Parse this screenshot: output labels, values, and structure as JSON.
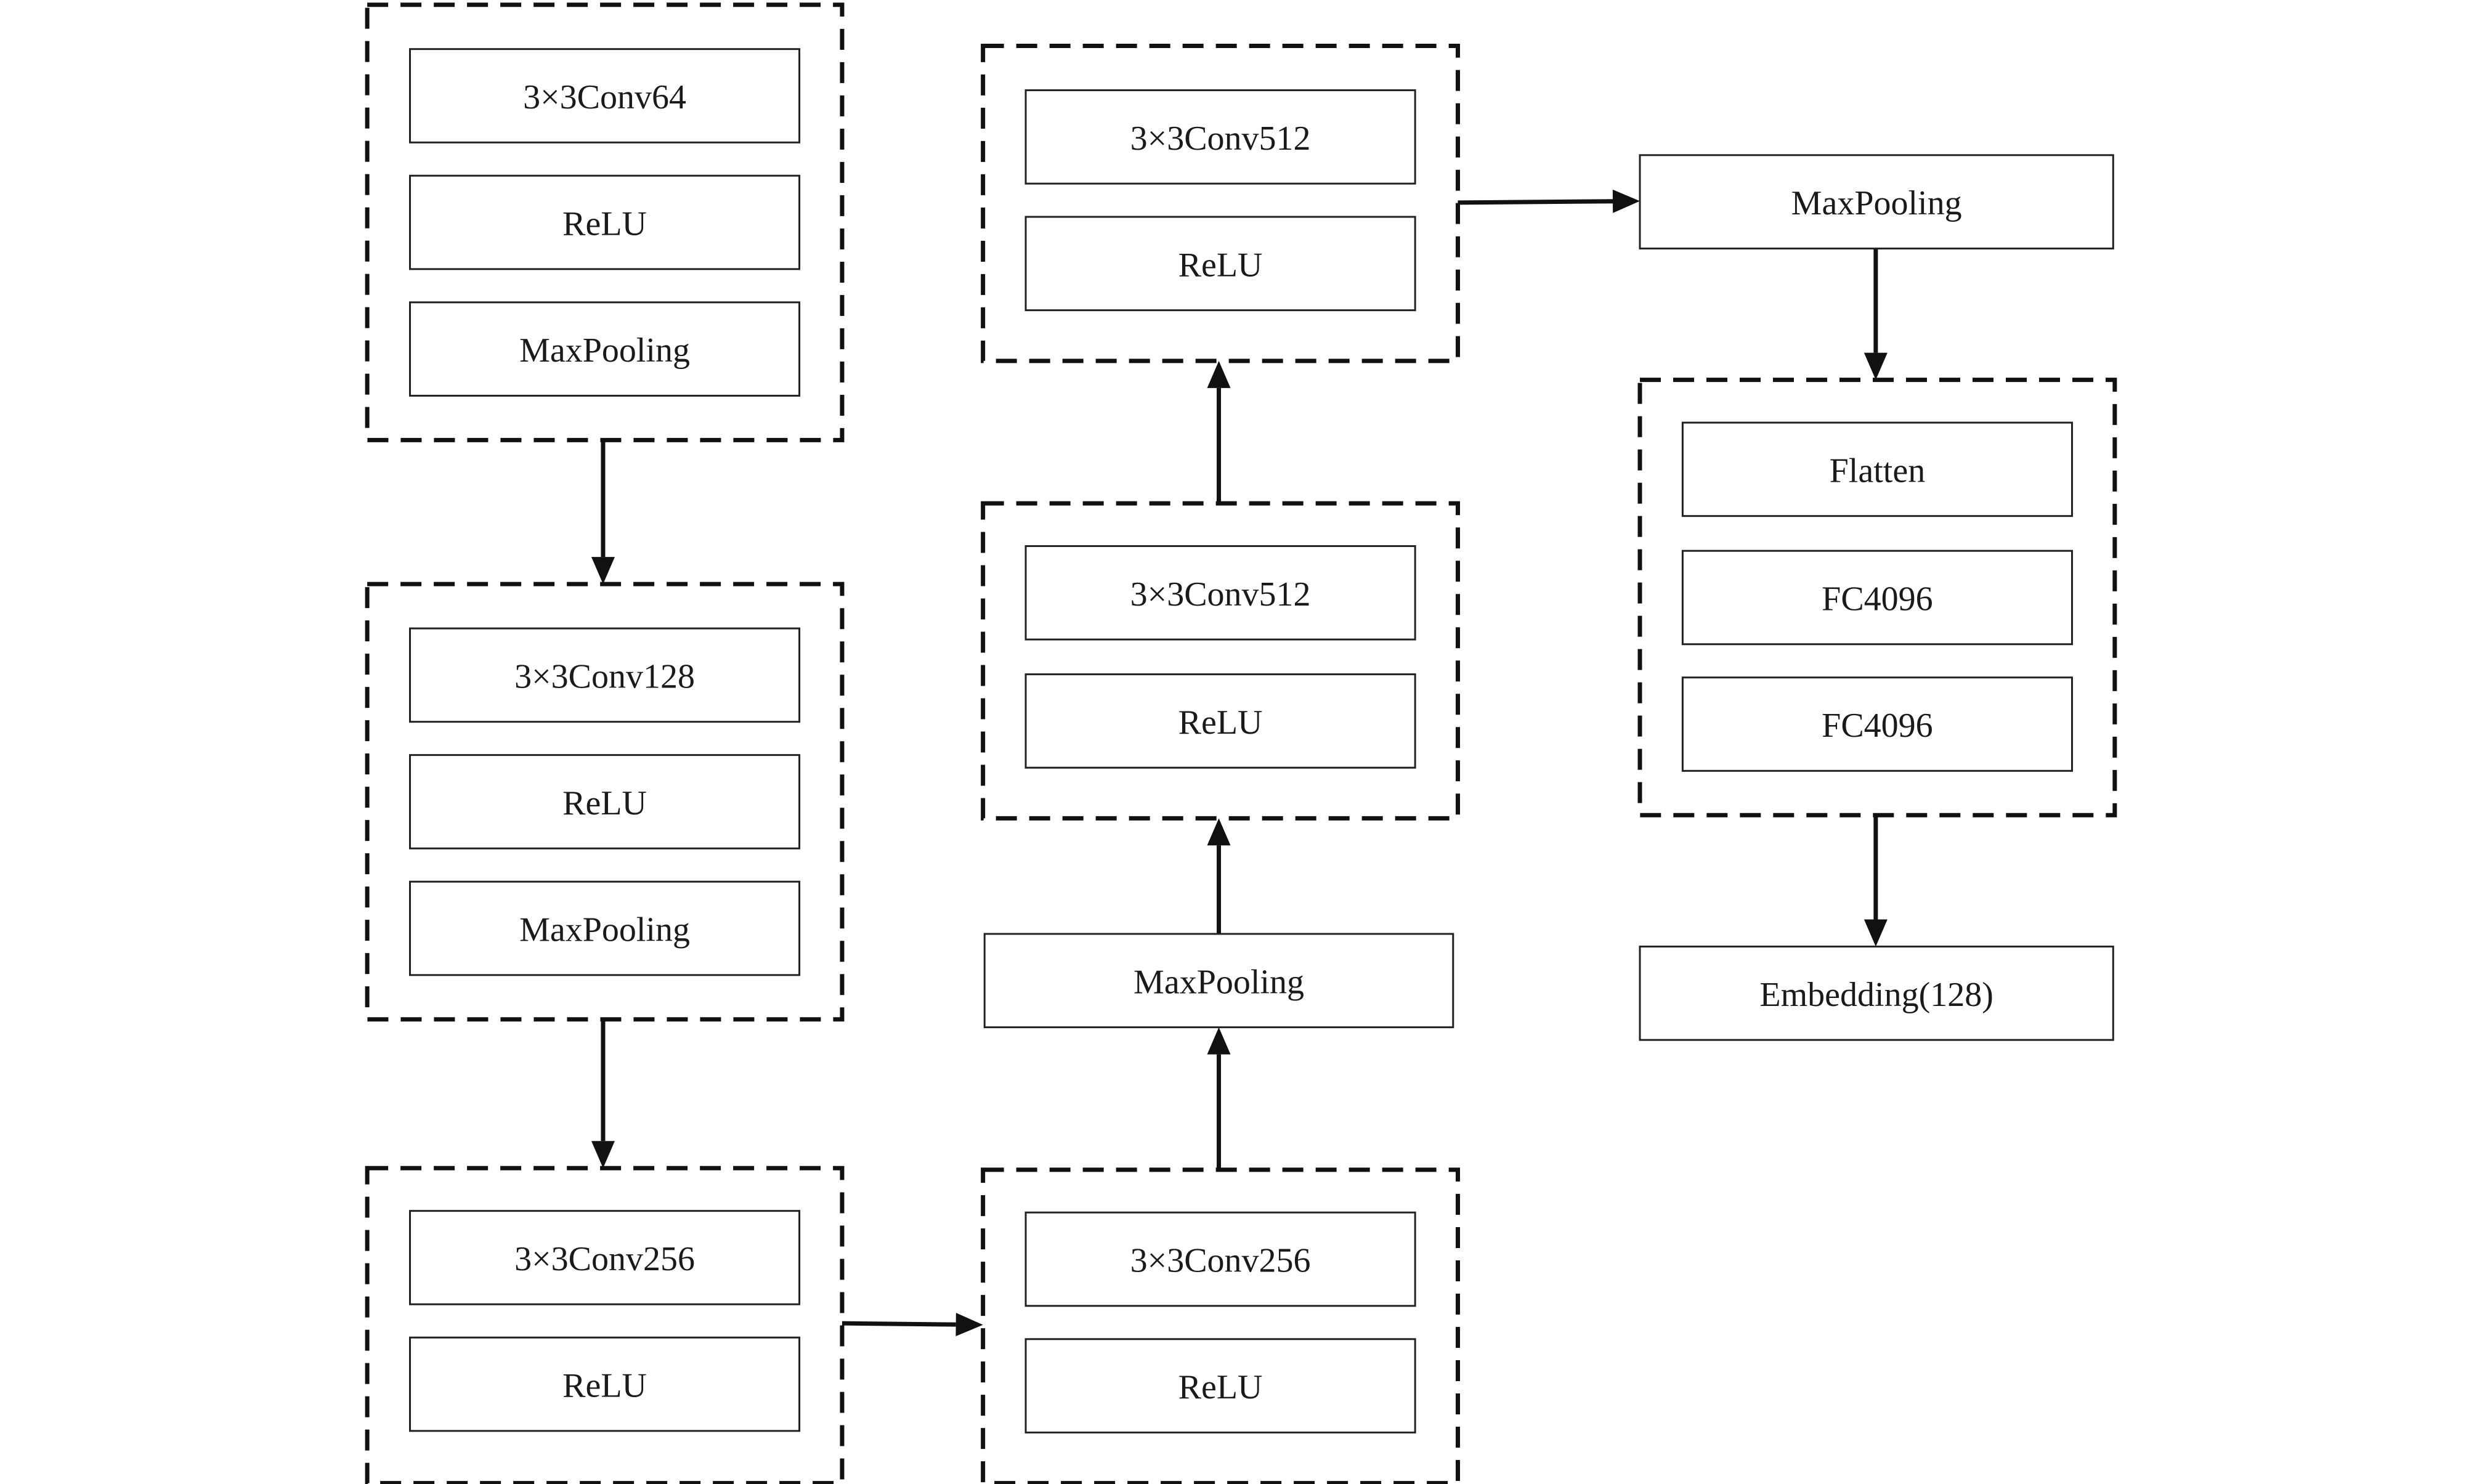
{
  "diagram": {
    "groups": [
      {
        "id": "g1",
        "blocks": [
          {
            "id": "g1-conv",
            "label": "3×3Conv64"
          },
          {
            "id": "g1-relu",
            "label": "ReLU"
          },
          {
            "id": "g1-pool",
            "label": "MaxPooling"
          }
        ]
      },
      {
        "id": "g2",
        "blocks": [
          {
            "id": "g2-conv",
            "label": "3×3Conv128"
          },
          {
            "id": "g2-relu",
            "label": "ReLU"
          },
          {
            "id": "g2-pool",
            "label": "MaxPooling"
          }
        ]
      },
      {
        "id": "g3",
        "blocks": [
          {
            "id": "g3-conv",
            "label": "3×3Conv256"
          },
          {
            "id": "g3-relu",
            "label": "ReLU"
          }
        ]
      },
      {
        "id": "g4",
        "blocks": [
          {
            "id": "g4-conv",
            "label": "3×3Conv256"
          },
          {
            "id": "g4-relu",
            "label": "ReLU"
          }
        ]
      },
      {
        "id": "g5",
        "blocks": [
          {
            "id": "g5-conv",
            "label": "3×3Conv512"
          },
          {
            "id": "g5-relu",
            "label": "ReLU"
          }
        ]
      },
      {
        "id": "g6",
        "blocks": [
          {
            "id": "g6-conv",
            "label": "3×3Conv512"
          },
          {
            "id": "g6-relu",
            "label": "ReLU"
          }
        ]
      },
      {
        "id": "g7",
        "blocks": [
          {
            "id": "g7-flatten",
            "label": "Flatten"
          },
          {
            "id": "g7-fc1",
            "label": "FC4096"
          },
          {
            "id": "g7-fc2",
            "label": "FC4096"
          }
        ]
      }
    ],
    "standalone": [
      {
        "id": "pool-mid",
        "label": "MaxPooling"
      },
      {
        "id": "pool-top",
        "label": "MaxPooling"
      },
      {
        "id": "embedding",
        "label": "Embedding(128)"
      }
    ],
    "edges": [
      {
        "from": "g1",
        "to": "g2"
      },
      {
        "from": "g2",
        "to": "g3"
      },
      {
        "from": "g3",
        "to": "g4"
      },
      {
        "from": "g4",
        "to": "pool-mid"
      },
      {
        "from": "pool-mid",
        "to": "g5"
      },
      {
        "from": "g5",
        "to": "g6"
      },
      {
        "from": "g6",
        "to": "pool-top"
      },
      {
        "from": "pool-top",
        "to": "g7"
      },
      {
        "from": "g7",
        "to": "embedding"
      }
    ]
  }
}
